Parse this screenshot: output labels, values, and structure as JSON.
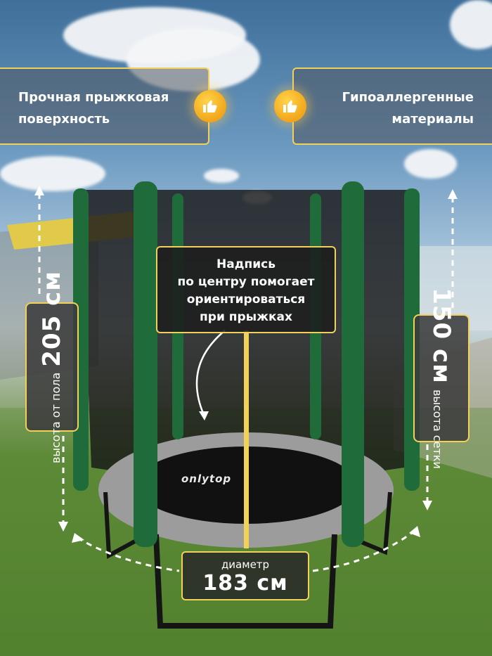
{
  "features": {
    "left": {
      "line1": "Прочная прыжковая",
      "line2": "поверхность",
      "icon": "thumbs-up-icon"
    },
    "right": {
      "line1": "Гипоаллергенные",
      "line2": "материалы",
      "icon": "thumbs-up-icon"
    }
  },
  "center_note": {
    "line1": "Надпись",
    "line2": "по центру помогает",
    "line3": "ориентироваться",
    "line4": "при прыжках"
  },
  "dimensions": {
    "height_from_floor": {
      "label": "высота от пола",
      "value": "205 см"
    },
    "net_height": {
      "label": "высота сетки",
      "value": "150 см"
    },
    "diameter": {
      "label": "диаметр",
      "value": "183 см"
    }
  },
  "brand": "onlytop",
  "colors": {
    "accent": "#f1d15a",
    "poles": "#1f6b3a",
    "mat": "#111111",
    "pad": "#9c9c9c"
  }
}
